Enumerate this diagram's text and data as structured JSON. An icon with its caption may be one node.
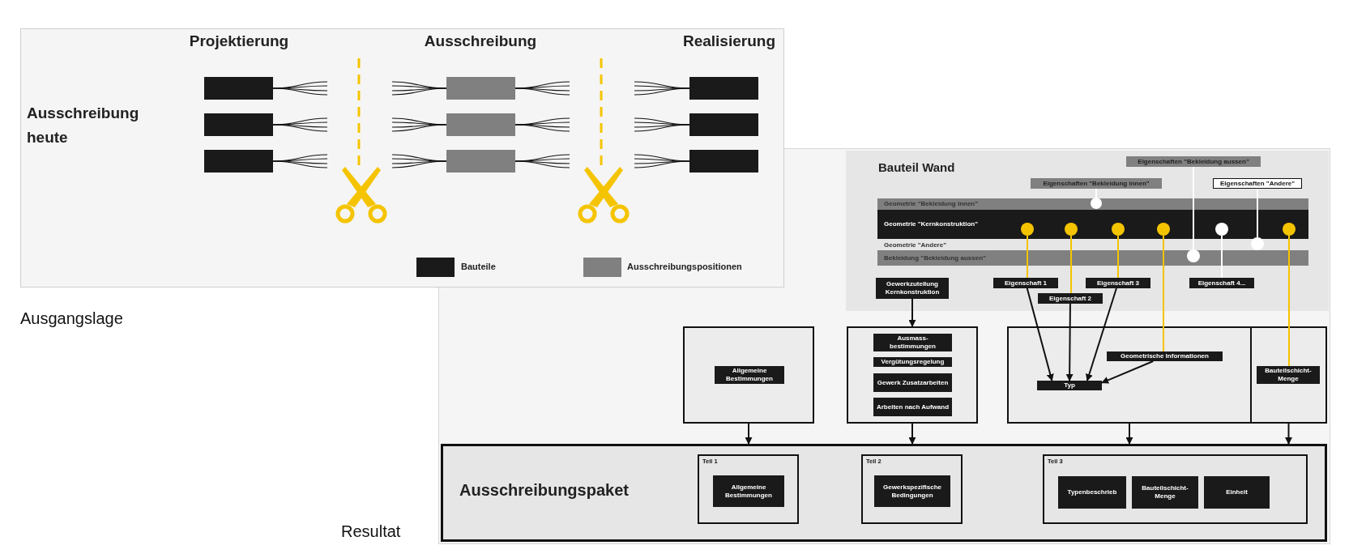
{
  "diagram": {
    "nodes": [
      {
        "text": [],
        "shape": "box"
      },
      {
        "text": [],
        "shape": "box"
      },
      {
        "text": [],
        "shape": "box"
      },
      {
        "text": [],
        "shape": "box"
      },
      {
        "text": [],
        "shape": "box"
      },
      {
        "text": [],
        "shape": "box"
      },
      {
        "text": [],
        "shape": "box"
      },
      {
        "text": [],
        "shape": "box"
      },
      {
        "text": [],
        "shape": "box"
      },
      {
        "text": [
          "Bauteil Wand"
        ]
      },
      {
        "text": [
          "Eigenschaften \"Bekleidung aussen\""
        ],
        "in": 9
      },
      {
        "text": [
          "Eigenschaften \"Bekleidung innen\""
        ],
        "in": 9
      },
      {
        "text": [
          "Eigenschaften \"Andere\""
        ],
        "in": 9
      },
      {
        "text": [
          "Geometrie \"Bekleidung innen\""
        ],
        "in": 9
      },
      {
        "text": [
          "Geometrie \"Kernkonstruktion\""
        ],
        "in": 9
      },
      {
        "text": [
          "Geometrie \"Andere\""
        ],
        "in": 9
      },
      {
        "text": [
          "Bekleidung \"Bekleidung aussen\""
        ],
        "in": 9
      },
      {
        "text": [],
        "shape": "circle",
        "in": 13
      },
      {
        "text": [],
        "shape": "circle",
        "in": 14
      },
      {
        "text": [],
        "shape": "circle",
        "in": 14
      },
      {
        "text": [],
        "shape": "circle",
        "in": 14
      },
      {
        "text": [],
        "shape": "circle",
        "in": 14
      },
      {
        "text": [],
        "shape": "circle",
        "in": 14
      },
      {
        "text": [],
        "shape": "circle",
        "in": 14
      },
      {
        "text": [],
        "shape": "circle",
        "in": 9
      },
      {
        "text": [],
        "shape": "circle",
        "in": 16
      },
      {
        "text": [
          "Gewerkzuteilung Kernkonstruktion"
        ],
        "in": 9
      },
      {
        "text": [
          "Eigenschaft 1"
        ],
        "in": 9
      },
      {
        "text": [
          "Eigenschaft 3"
        ],
        "in": 9
      },
      {
        "text": [
          "Eigenschaft 4..."
        ],
        "in": 9
      },
      {
        "text": [
          "Eigenschaft 2"
        ],
        "in": 9
      },
      {
        "text": [],
        "shape": "box"
      },
      {
        "text": [
          "Allgemeine Bestimmungen"
        ],
        "in": 31
      },
      {
        "text": [],
        "shape": "box"
      },
      {
        "text": [
          "Ausmass- bestimmungen"
        ],
        "in": 33
      },
      {
        "text": [
          "Vergütungsregelung"
        ],
        "in": 33
      },
      {
        "text": [
          "Gewerk Zusatzarbeiten"
        ],
        "in": 33
      },
      {
        "text": [
          "Arbeiten nach Aufwand"
        ],
        "in": 33
      },
      {
        "text": [],
        "shape": "box"
      },
      {
        "text": [
          "Geometrische Informationen"
        ],
        "in": 38
      },
      {
        "text": [
          "Typ"
        ],
        "in": 38
      },
      {
        "text": [],
        "shape": "box"
      },
      {
        "text": [
          "Bauteilschicht- Menge"
        ],
        "in": 41
      },
      {
        "text": [
          "Ausschreibungspaket"
        ]
      },
      {
        "text": [
          "Teil 1"
        ],
        "in": 43
      },
      {
        "text": [
          "Allgemeine Bestimmungen"
        ],
        "in": 44
      },
      {
        "text": [
          "Teil 2"
        ],
        "in": 43
      },
      {
        "text": [
          "Gewerkspezifische Bedingungen"
        ],
        "in": 46
      },
      {
        "text": [
          "Teil 3"
        ],
        "in": 43
      },
      {
        "text": [
          "Typenbeschrieb"
        ],
        "in": 48
      },
      {
        "text": [
          "Bauteilschicht- Menge"
        ],
        "in": 48
      },
      {
        "text": [
          "Einheit"
        ],
        "in": 48
      }
    ],
    "edges": [
      {
        "from": 11,
        "to": 17,
        "arrow": "none",
        "color": "#ffffff"
      },
      {
        "from": 10,
        "to": 25,
        "arrow": "none",
        "color": "#ffffff"
      },
      {
        "from": 12,
        "to": 24,
        "arrow": "none",
        "color": "#ffffff"
      },
      {
        "from": 18,
        "to": 27,
        "arrow": "none",
        "color": "#f5c400"
      },
      {
        "from": 19,
        "to": 30,
        "arrow": "none",
        "color": "#f5c400"
      },
      {
        "from": 20,
        "to": 28,
        "arrow": "none",
        "color": "#f5c400"
      },
      {
        "from": 21,
        "to": 39,
        "arrow": "none",
        "color": "#f5c400"
      },
      {
        "from": 22,
        "to": 29,
        "arrow": "none",
        "color": "#ffffff"
      },
      {
        "from": 23,
        "to": 42,
        "arrow": "none",
        "color": "#f5c400"
      },
      {
        "from": 26,
        "to": 33,
        "arrow": "to"
      },
      {
        "from": 27,
        "to": 40,
        "arrow": "to"
      },
      {
        "from": 30,
        "to": 40,
        "arrow": "to"
      },
      {
        "from": 28,
        "to": 40,
        "arrow": "to"
      },
      {
        "from": 39,
        "to": 40,
        "arrow": "to"
      },
      {
        "from": 31,
        "to": 43,
        "arrow": "to"
      },
      {
        "from": 33,
        "to": 43,
        "arrow": "to"
      },
      {
        "from": 38,
        "to": 43,
        "arrow": "to"
      },
      {
        "from": 41,
        "to": 43,
        "arrow": "to"
      }
    ],
    "labels": [
      "Projektierung",
      "Ausschreibung",
      "Realisierung",
      "Ausschreibung heute",
      "Ausgangslage",
      "Resultat"
    ],
    "legend": [
      {
        "text": "Bauteile",
        "color": "#1a1a1a"
      },
      {
        "text": "Ausschreibungspositionen",
        "color": "#808080"
      }
    ]
  }
}
